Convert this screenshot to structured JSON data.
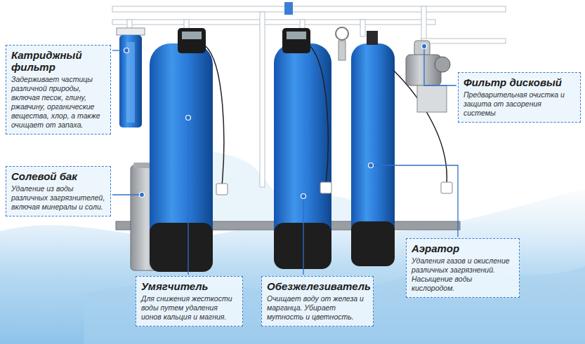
{
  "diagram": {
    "nodes": [
      {
        "text": [
          "Катриджный фильтр",
          "Задерживает частицы различной природы, включая песок, глину, ржавчину, органические вещества, хлор, а также очищает от запаха."
        ]
      },
      {
        "text": [
          "Фильтр дисковый",
          "Предварительная очистка и защита от засорения системы"
        ]
      },
      {
        "text": [
          "Солевой бак",
          "Удаление из воды различных загрязнителей, включая минералы и соли."
        ]
      },
      {
        "text": [
          "Аэратор",
          "Удаления газов и окисление различных загрязнений. Насыщение воды кислородом."
        ]
      },
      {
        "text": [
          "Умягчитель",
          "Для снижения жесткости воды путем удаления ионов кальция и магния."
        ]
      },
      {
        "text": [
          "Обезжелезиватель",
          "Очищает воду от железа и марганца. Убирает мутность и цветность."
        ]
      }
    ]
  }
}
